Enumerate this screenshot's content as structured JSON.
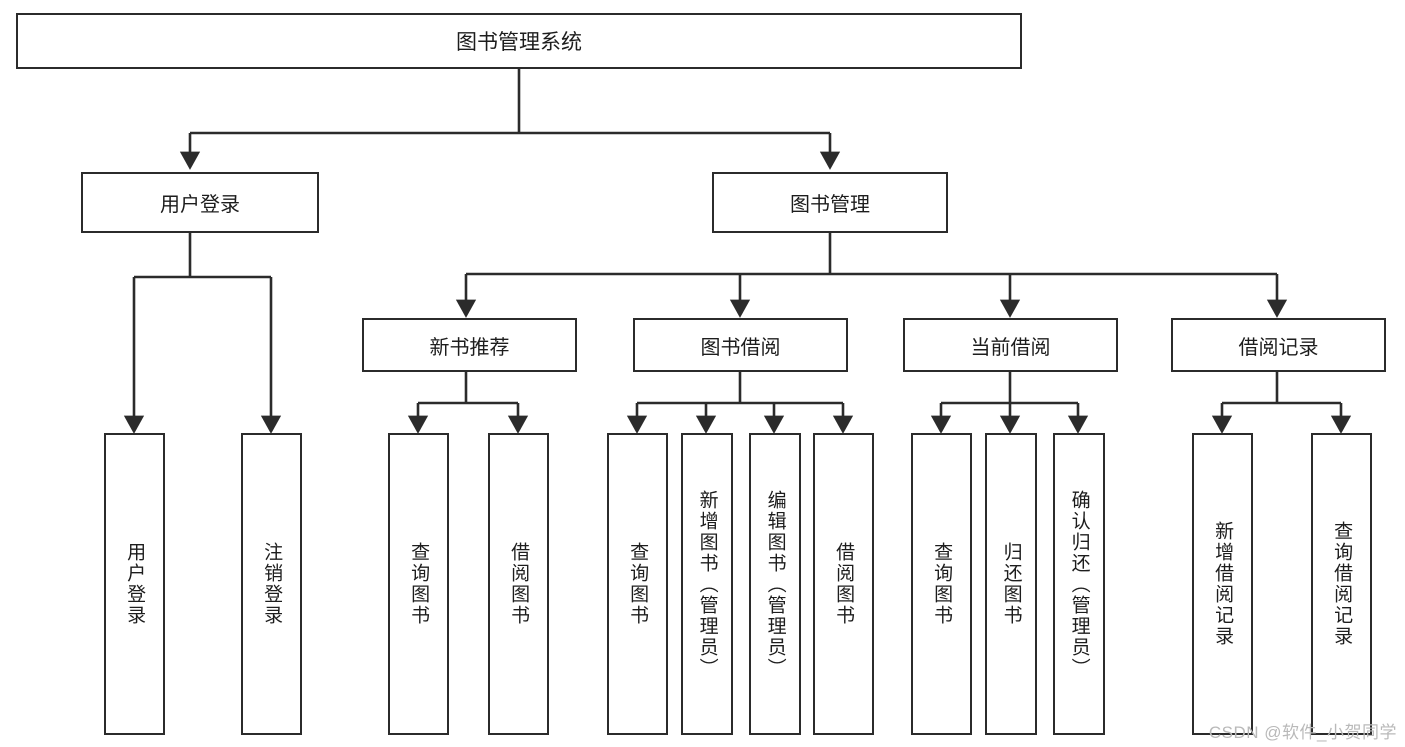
{
  "diagram": {
    "type": "tree-hierarchy",
    "title": "图书管理系统",
    "orientation": "top-down",
    "colors": {
      "box_border": "#2b2b2b",
      "box_fill": "#ffffff",
      "connector": "#2b2b2b",
      "text": "#1d1d1d",
      "watermark": "#b9b9b9",
      "background": "#ffffff"
    },
    "root": {
      "label": "图书管理系统"
    },
    "level1": [
      {
        "id": "user-login",
        "label": "用户登录"
      },
      {
        "id": "book-management",
        "label": "图书管理"
      }
    ],
    "level2": [
      {
        "id": "new-book-recommend",
        "label": "新书推荐",
        "parent": "book-management"
      },
      {
        "id": "book-borrow",
        "label": "图书借阅",
        "parent": "book-management"
      },
      {
        "id": "current-borrow",
        "label": "当前借阅",
        "parent": "book-management"
      },
      {
        "id": "borrow-record",
        "label": "借阅记录",
        "parent": "book-management"
      }
    ],
    "leaves": [
      {
        "id": "leaf-user-login",
        "label": "用户登录",
        "parent": "user-login"
      },
      {
        "id": "leaf-logout",
        "label": "注销登录",
        "parent": "user-login"
      },
      {
        "id": "leaf-query-book-1",
        "label": "查询图书",
        "parent": "new-book-recommend"
      },
      {
        "id": "leaf-borrow-book-1",
        "label": "借阅图书",
        "parent": "new-book-recommend"
      },
      {
        "id": "leaf-query-book-2",
        "label": "查询图书",
        "parent": "book-borrow"
      },
      {
        "id": "leaf-add-book",
        "label": "新增图书（管理员）",
        "parent": "book-borrow"
      },
      {
        "id": "leaf-edit-book",
        "label": "编辑图书（管理员）",
        "parent": "book-borrow"
      },
      {
        "id": "leaf-borrow-book-2",
        "label": "借阅图书",
        "parent": "book-borrow"
      },
      {
        "id": "leaf-query-book-3",
        "label": "查询图书",
        "parent": "current-borrow"
      },
      {
        "id": "leaf-return-book",
        "label": "归还图书",
        "parent": "current-borrow"
      },
      {
        "id": "leaf-confirm-return",
        "label": "确认归还（管理员）",
        "parent": "current-borrow"
      },
      {
        "id": "leaf-add-record",
        "label": "新增借阅记录",
        "parent": "borrow-record"
      },
      {
        "id": "leaf-query-record",
        "label": "查询借阅记录",
        "parent": "borrow-record"
      }
    ],
    "watermark": "CSDN @软件_小贺同学"
  }
}
